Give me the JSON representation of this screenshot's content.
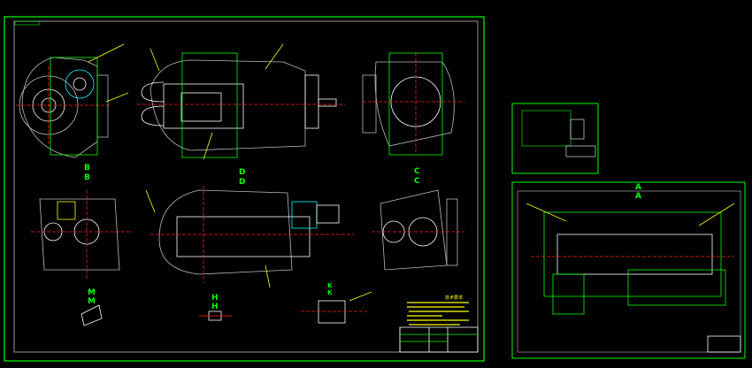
{
  "colors": {
    "background": "#000000",
    "frame": "#00ff00",
    "outline": "#c8c8c8",
    "centerline": "#ff2020",
    "dimension": "#ffff00",
    "hidden": "#00ffff"
  },
  "sheets": [
    {
      "name": "main-assembly-sheet",
      "views": [
        {
          "label": "B",
          "sublabel": "B"
        },
        {
          "label": "D",
          "sublabel": "D"
        },
        {
          "label": "C",
          "sublabel": "C"
        },
        {
          "label": "M",
          "sublabel": "M"
        },
        {
          "label": "H",
          "sublabel": "H"
        },
        {
          "label": "K",
          "sublabel": "K"
        }
      ],
      "notes_title": "技术要求"
    },
    {
      "name": "small-detail-sheet"
    },
    {
      "name": "section-sheet",
      "views": [
        {
          "label": "A",
          "sublabel": "A"
        }
      ]
    }
  ]
}
